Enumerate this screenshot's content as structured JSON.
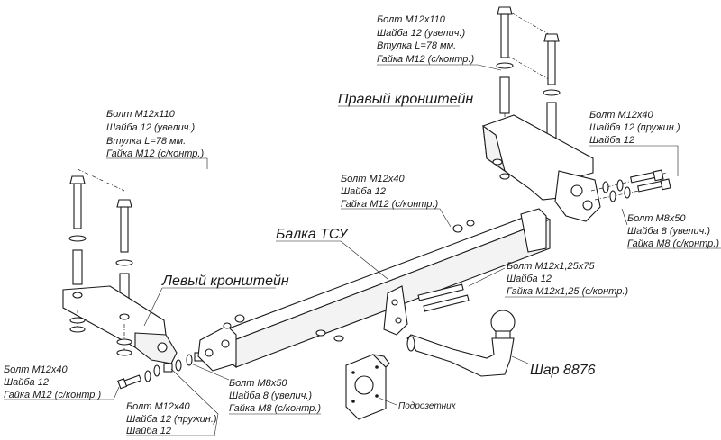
{
  "labels": {
    "top_right_kit": [
      "Болт М12х110",
      "Шайба 12 (увелич.)",
      "Втулка L=78 мм.",
      "Гайка М12 (с/контр.)"
    ],
    "right_bracket_title": "Правый кронштейн",
    "right_small_kit": [
      "Болт М12х40",
      "Шайба 12 (пружин.)",
      "Шайба 12"
    ],
    "left_top_kit": [
      "Болт М12х110",
      "Шайба 12 (увелич.)",
      "Втулка L=78 мм.",
      "Гайка М12 (с/контр.)"
    ],
    "center_kit": [
      "Болт М12х40",
      "Шайба 12",
      "Гайка М12 (с/контр.)"
    ],
    "m8_kit_right": [
      "Болт М8х50",
      "Шайба 8 (увелич.)",
      "Гайка М8 (с/контр.)"
    ],
    "beam_title": "Балка ТСУ",
    "center_lower_kit": [
      "Болт М12х1,25х75",
      "Шайба 12",
      "Гайка М12х1,25 (с/контр.)"
    ],
    "left_bracket_title": "Левый кронштейн",
    "bottom_left_kit": [
      "Болт М12х40",
      "Шайба 12",
      "Гайка М12 (с/контр.)"
    ],
    "m8_kit_left": [
      "Болт М8х50",
      "Шайба 8 (увелич.)",
      "Гайка М8 (с/контр.)"
    ],
    "bottom_kit": [
      "Болт М12х40",
      "Шайба 12 (пружин.)",
      "Шайба 12"
    ],
    "ball_title": "Шар 8876",
    "socket_plate": "Подрозетник"
  }
}
